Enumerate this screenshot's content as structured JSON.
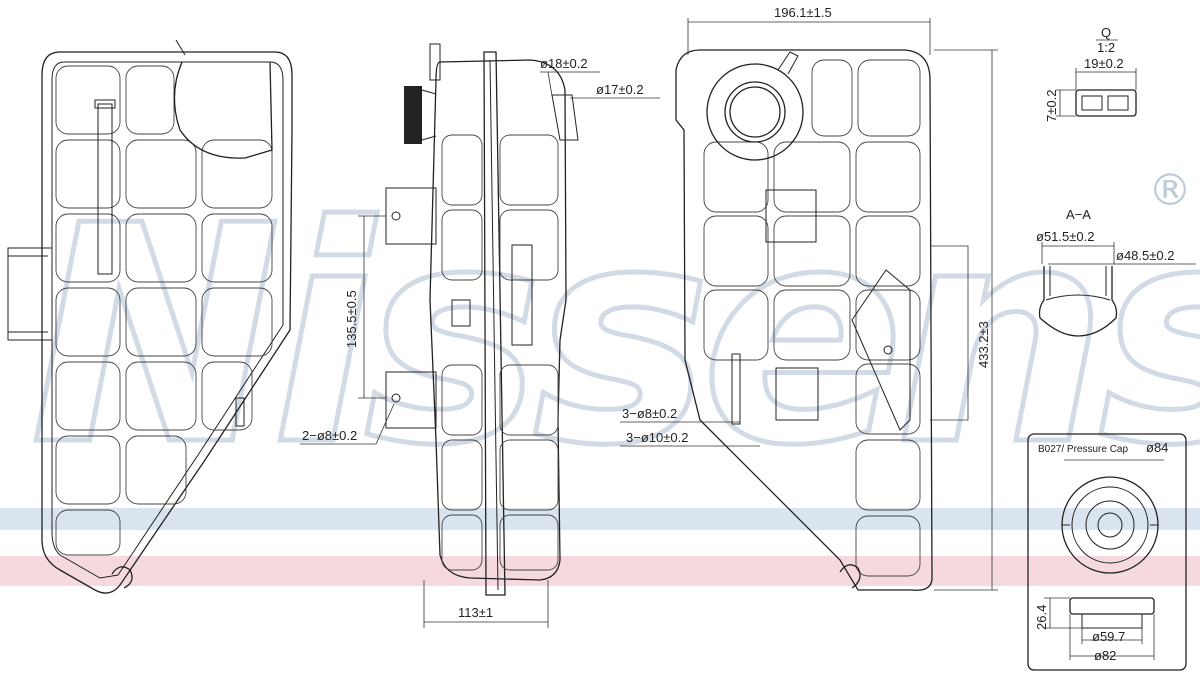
{
  "watermark": {
    "brand": "Nissens",
    "registered_mark": "®"
  },
  "band_colors": {
    "blue": "#c9d9e8",
    "pink": "#f3cfd6"
  },
  "front_view": {
    "hose_label": "2−ø8±0.2",
    "spacing_label": "135.5±0.5",
    "width_label": "113±1",
    "outlet_1_label": "ø18±0.2",
    "outlet_2_label": "ø17±0.2"
  },
  "side_view": {
    "width_label": "196.1±1.5",
    "height_label": "433.2±3",
    "hole_label_1": "3−ø8±0.2",
    "hole_label_2": "3−ø10±0.2"
  },
  "connector_detail": {
    "scale_label_top": "Q",
    "scale_label_bottom": "1:2",
    "width_label": "19±0.2",
    "height_label": "7±0.2"
  },
  "section_aa": {
    "title": "A−A",
    "inner_dia": "ø51.5±0.2",
    "outer_dia": "ø48.5±0.2"
  },
  "cap_box": {
    "title": "B027/ Pressure Cap",
    "top_dia": "ø84",
    "height": "26.4",
    "mid_dia": "ø59.7",
    "bottom_dia": "ø82"
  }
}
